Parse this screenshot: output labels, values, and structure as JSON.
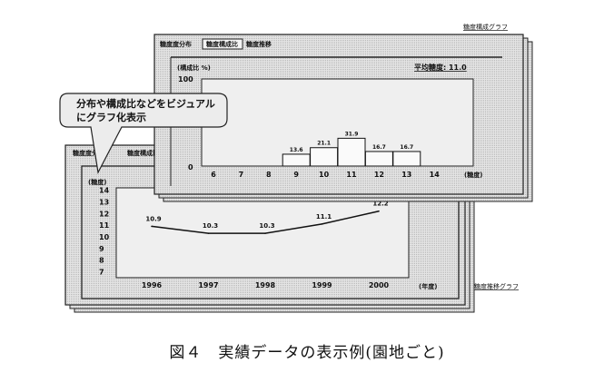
{
  "front_window": {
    "title": "糖度構成グラフ",
    "tabs": [
      "糖度度分布",
      "糖度構成比",
      "糖度推移"
    ],
    "active_tab": 1,
    "average_label": "平均糖度: 11.0"
  },
  "back_window": {
    "title": "糖度推移グラフ",
    "tabs": [
      "糖度度分布",
      "糖度構成比"
    ]
  },
  "callout": {
    "line1": "分布や構成比などをビジュアル",
    "line2": "にグラフ化表示"
  },
  "caption": "図４　実績データの表示例(園地ごと)",
  "chart_data": [
    {
      "type": "bar",
      "title": "糖度構成グラフ",
      "ylabel": "(構成比 %)",
      "xlabel": "(糖度)",
      "ylim": [
        0,
        100
      ],
      "ytick_labels": [
        "100",
        "0"
      ],
      "categories": [
        "6",
        "7",
        "8",
        "9",
        "10",
        "11",
        "12",
        "13",
        "14"
      ],
      "values": [
        null,
        null,
        null,
        13.6,
        21.1,
        31.9,
        16.7,
        16.7,
        null
      ],
      "value_labels": [
        "",
        "",
        "",
        "13.6",
        "21.1",
        "31.9",
        "16.7",
        "16.7",
        ""
      ]
    },
    {
      "type": "line",
      "title": "糖度推移グラフ",
      "ylabel": "(糖度)",
      "xlabel": "(年度)",
      "ylim": [
        6.5,
        14.2
      ],
      "ytick_labels": [
        "14",
        "13",
        "12",
        "11",
        "10",
        "9",
        "8",
        "7"
      ],
      "categories": [
        "1996",
        "1997",
        "1998",
        "1999",
        "2000"
      ],
      "values": [
        10.9,
        10.3,
        10.3,
        11.1,
        12.2
      ],
      "value_labels": [
        "10.9",
        "10.3",
        "10.3",
        "11.1",
        "12.2"
      ]
    }
  ]
}
